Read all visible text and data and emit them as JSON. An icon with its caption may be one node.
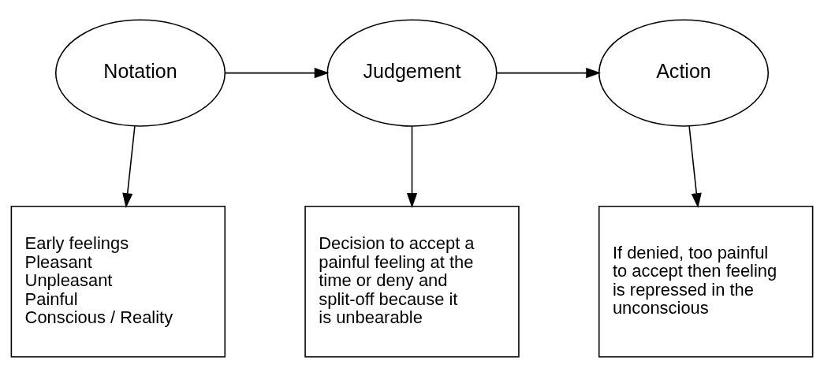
{
  "diagram": {
    "nodes": [
      {
        "text": [
          "Notation"
        ]
      },
      {
        "text": [
          "Judgement"
        ]
      },
      {
        "text": [
          "Action"
        ]
      },
      {
        "text": [
          "Early feelings",
          "Pleasant",
          "Unpleasant",
          "Painful",
          "Conscious / Reality"
        ]
      },
      {
        "text": [
          "Decision to accept a painful feeling at the time or deny and split-off because it is unbearable"
        ]
      },
      {
        "text": [
          "If denied, too painful to accept then feeling is repressed in the unconscious"
        ]
      }
    ],
    "edges": [
      {
        "from": 0,
        "to": 1,
        "arrow": "to"
      },
      {
        "from": 1,
        "to": 2,
        "arrow": "to"
      },
      {
        "from": 0,
        "to": 3,
        "arrow": "to"
      },
      {
        "from": 1,
        "to": 4,
        "arrow": "to"
      },
      {
        "from": 2,
        "to": 5,
        "arrow": "to"
      }
    ]
  }
}
